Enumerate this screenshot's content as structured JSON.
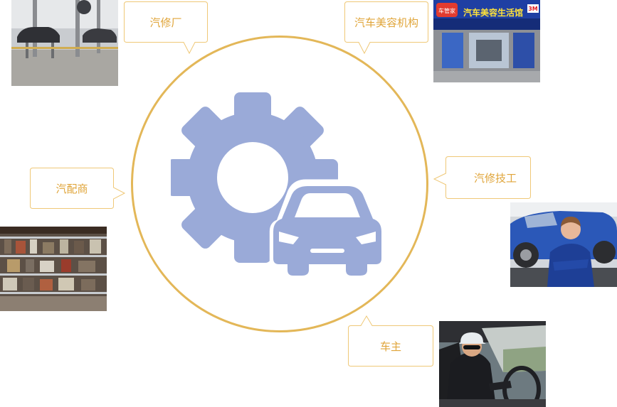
{
  "labels": {
    "repair_shop": "汽修厂",
    "beauty_shop": "汽车美容机构",
    "parts_dealer": "汽配商",
    "mechanic": "汽修技工",
    "car_owner": "车主"
  },
  "photo_text": {
    "store_sign": "汽车美容生活馆",
    "brand": "3M",
    "logo": "车管家"
  },
  "colors": {
    "ring": "#e3b758",
    "label_text": "#e0a53a",
    "bubble_border": "#efc877",
    "icon": "#9aaad8"
  }
}
